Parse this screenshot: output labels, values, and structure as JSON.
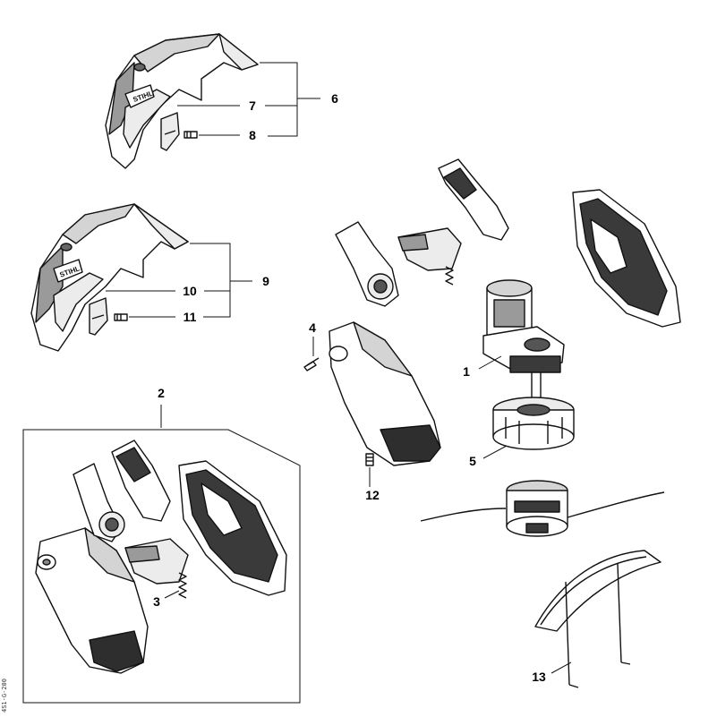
{
  "diagram": {
    "labels": {
      "l1": "1",
      "l2": "2",
      "l3": "3",
      "l4": "4",
      "l5": "5",
      "l6": "6",
      "l7": "7",
      "l8": "8",
      "l9": "9",
      "l10": "10",
      "l11": "11",
      "l12": "12",
      "l13": "13"
    },
    "guard_logo_text": "STIHL",
    "side_code": "4S1-G-200"
  },
  "colors": {
    "line": "#111111",
    "fill": "#ffffff",
    "shade": "#cfcfcf",
    "dark": "#3a3a3a"
  }
}
